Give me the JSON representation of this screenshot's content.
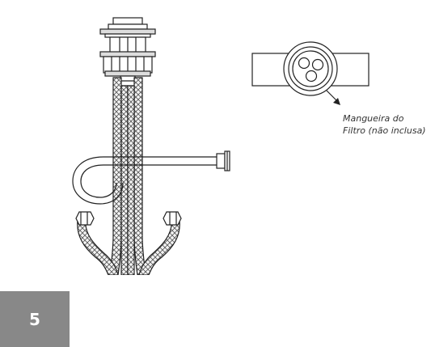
{
  "callout": {
    "line1": "Mangueira do",
    "line2": "Filtro (não inclusa)"
  },
  "step": {
    "number": "5"
  },
  "colors": {
    "stroke": "#222222",
    "badge_bg": "#888888",
    "badge_text": "#ffffff"
  },
  "icons": [
    "braided-hose-icon",
    "flexible-hose-icon",
    "valve-fitting-icon",
    "hose-cross-section-icon"
  ]
}
